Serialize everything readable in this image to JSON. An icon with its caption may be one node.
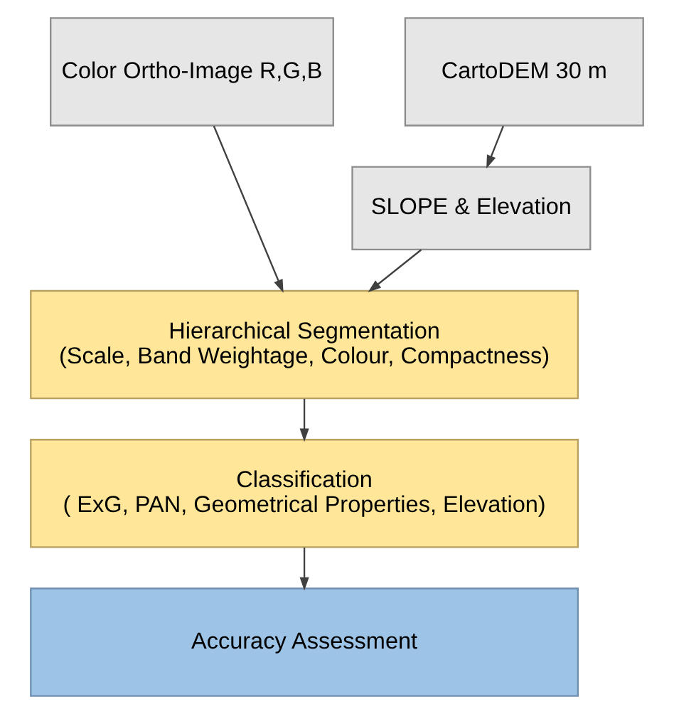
{
  "diagram": {
    "nodes": [
      {
        "text": [
          "Color Ortho-Image R,G,B"
        ]
      },
      {
        "text": [
          "CartoDEM 30 m"
        ]
      },
      {
        "text": [
          "SLOPE & Elevation"
        ]
      },
      {
        "text": [
          "Hierarchical Segmentation",
          "(Scale, Band Weightage, Colour, Compactness)"
        ]
      },
      {
        "text": [
          "Classification",
          "( ExG, PAN, Geometrical Properties, Elevation)"
        ]
      },
      {
        "text": [
          "Accuracy Assessment"
        ]
      }
    ],
    "edges": [
      {
        "from": 1,
        "to": 2,
        "arrow": "to"
      },
      {
        "from": 0,
        "to": 3,
        "arrow": "to"
      },
      {
        "from": 2,
        "to": 3,
        "arrow": "to"
      },
      {
        "from": 3,
        "to": 4,
        "arrow": "to"
      },
      {
        "from": 4,
        "to": 5,
        "arrow": "to"
      }
    ]
  }
}
